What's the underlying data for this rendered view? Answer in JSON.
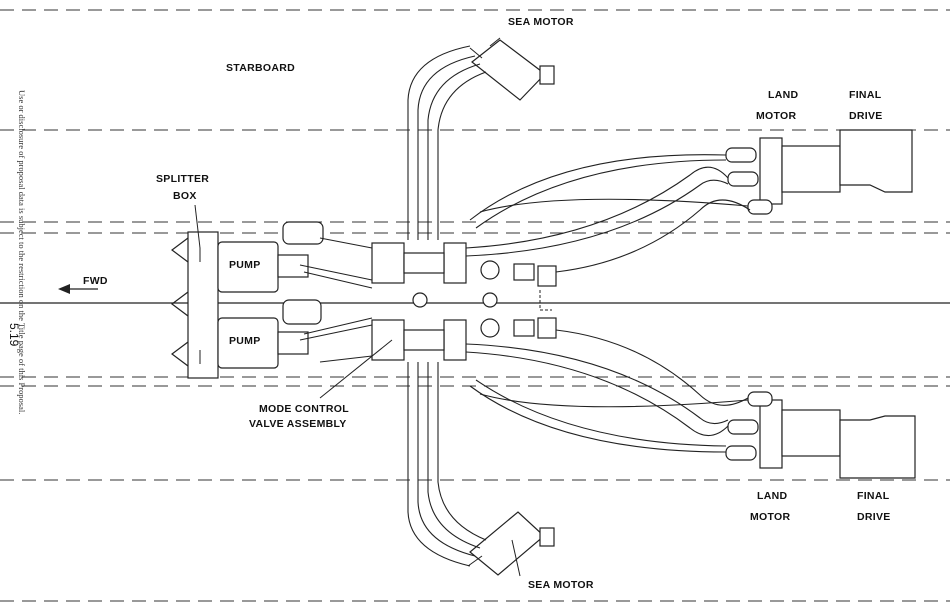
{
  "labels": {
    "sea_motor_top": "SEA MOTOR",
    "starboard": "STARBOARD",
    "land_motor_top_1": "LAND",
    "land_motor_top_2": "MOTOR",
    "final_drive_top_1": "FINAL",
    "final_drive_top_2": "DRIVE",
    "splitter_box_1": "SPLITTER",
    "splitter_box_2": "BOX",
    "fwd": "FWD",
    "pump_top": "PUMP",
    "pump_bottom": "PUMP",
    "mode_control_1": "MODE CONTROL",
    "mode_control_2": "VALVE  ASSEMBLY",
    "land_motor_bottom_1": "LAND",
    "land_motor_bottom_2": "MOTOR",
    "final_drive_bottom_1": "FINAL",
    "final_drive_bottom_2": "DRIVE",
    "sea_motor_bottom": "SEA MOTOR"
  },
  "page_number": "5.19",
  "side_note": "Use or disclosure of proposal data is subject to the restriction on the Title page of this Proposal."
}
